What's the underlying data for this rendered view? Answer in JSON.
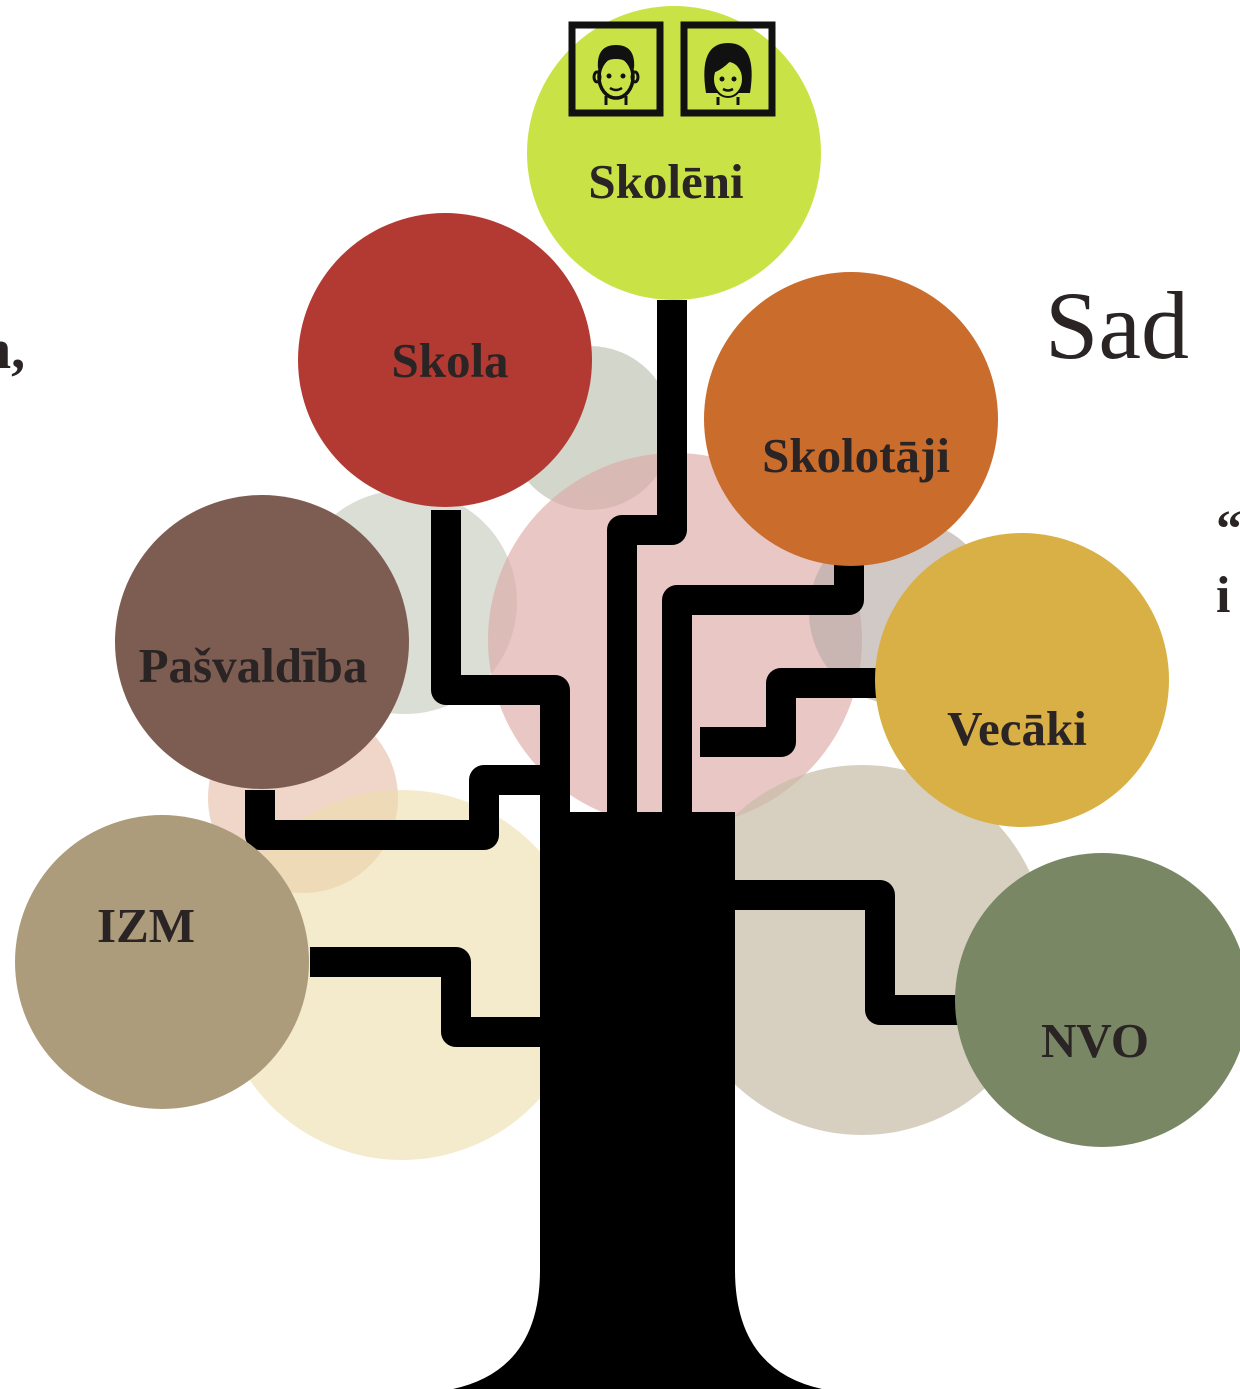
{
  "nodes": {
    "skoleni": {
      "label": "Skolēni",
      "color": "#c9e346"
    },
    "skola": {
      "label": "Skola",
      "color": "#b23a32"
    },
    "skolotaji": {
      "label": "Skolotāji",
      "color": "#c96c2c"
    },
    "pasvaldiba": {
      "label": "Pašvaldība",
      "color": "#7d5c52"
    },
    "vecaki": {
      "label": "Vecāki",
      "color": "#d8b045"
    },
    "izm": {
      "label": "IZM",
      "color": "#ad9c7b"
    },
    "nvo": {
      "label": "NVO",
      "color": "#7a8765"
    }
  },
  "icons": {
    "student_male": "boy-face-icon",
    "student_female": "girl-face-icon"
  },
  "partial_text": {
    "left_fragment": "n,",
    "title_fragment": "Sad",
    "quote_line1": "“",
    "quote_line2": "i"
  }
}
